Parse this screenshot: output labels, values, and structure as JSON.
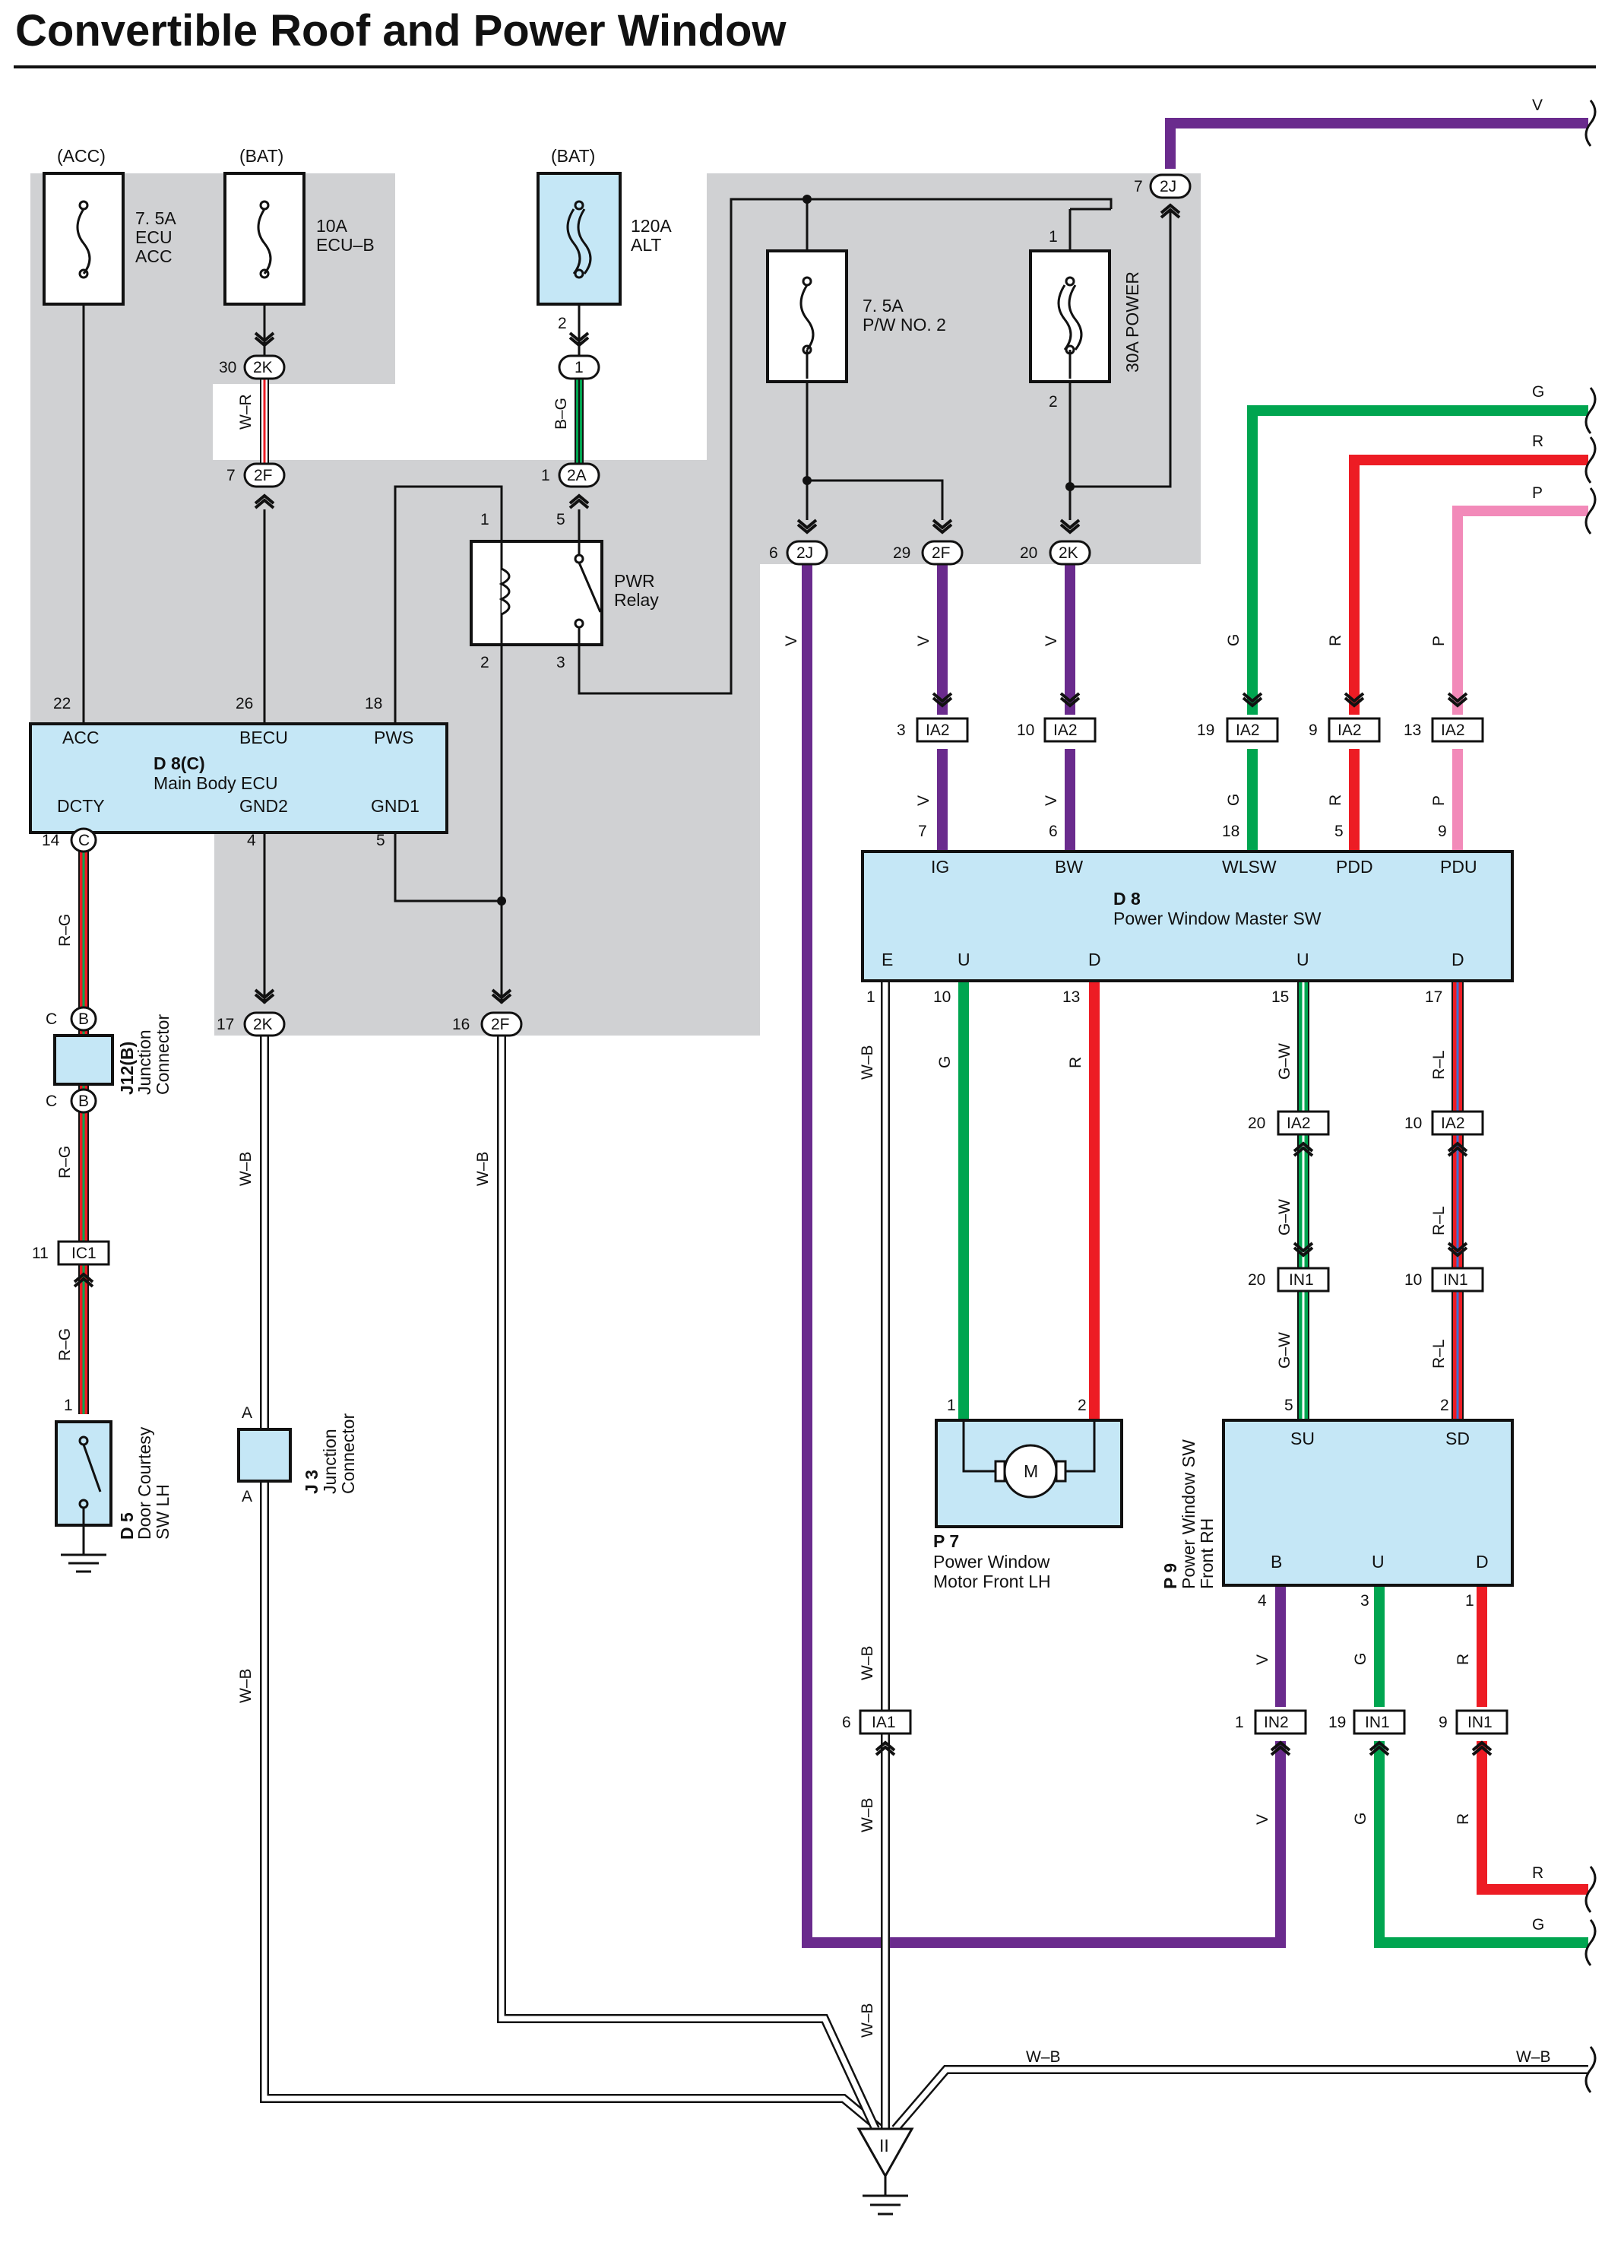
{
  "title": "Convertible Roof and Power Window",
  "colors": {
    "shade": "#d0d1d3",
    "ecu_fill": "#c5e7f6",
    "violet": "#6a2b8d",
    "green": "#00a550",
    "red": "#ed1c24",
    "pink": "#f28ab9",
    "white": "#ffffff",
    "blue": "#3b6fd4",
    "black": "#111111"
  },
  "power_sources": {
    "acc": "(ACC)",
    "bat1": "(BAT)",
    "bat2": "(BAT)"
  },
  "fuses": {
    "ecu_acc": {
      "amp": "7. 5A",
      "l1": "ECU",
      "l2": "ACC"
    },
    "ecu_b": {
      "amp": "10A",
      "l1": "ECU–B"
    },
    "alt": {
      "amp": "120A",
      "l1": "ALT"
    },
    "pw2": {
      "amp": "7. 5A",
      "l1": "P/W NO. 2"
    },
    "power": {
      "label": "30A POWER"
    }
  },
  "relay": {
    "l1": "PWR",
    "l2": "Relay",
    "pins": [
      "1",
      "5",
      "2",
      "3"
    ]
  },
  "main_ecu": {
    "code": "D 8(C)",
    "name": "Main Body ECU",
    "top_pins": [
      {
        "n": "22",
        "t": "ACC"
      },
      {
        "n": "26",
        "t": "BECU"
      },
      {
        "n": "18",
        "t": "PWS"
      }
    ],
    "bottom_pins": [
      {
        "n": "14",
        "t": "DCTY"
      },
      {
        "n": "4",
        "t": "GND2"
      },
      {
        "n": "5",
        "t": "GND1"
      }
    ]
  },
  "master_sw": {
    "code": "D 8",
    "name": "Power Window Master SW",
    "top_pins": [
      {
        "n": "7",
        "t": "IG"
      },
      {
        "n": "6",
        "t": "BW"
      },
      {
        "n": "18",
        "t": "WLSW"
      },
      {
        "n": "5",
        "t": "PDD"
      },
      {
        "n": "9",
        "t": "PDU"
      }
    ],
    "bottom_pins": [
      {
        "n": "1",
        "t": "E"
      },
      {
        "n": "10",
        "t": "U"
      },
      {
        "n": "13",
        "t": "D"
      },
      {
        "n": "15",
        "t": "U"
      },
      {
        "n": "17",
        "t": "D"
      }
    ]
  },
  "front_rh": {
    "code": "P 9",
    "l1": "Power Window SW",
    "l2": "Front RH",
    "top_pins": [
      {
        "n": "5",
        "t": "SU"
      },
      {
        "n": "2",
        "t": "SD"
      }
    ],
    "bottom_pins": [
      {
        "n": "4",
        "t": "B"
      },
      {
        "n": "3",
        "t": "U"
      },
      {
        "n": "1",
        "t": "D"
      }
    ]
  },
  "motor": {
    "code": "P 7",
    "l1": "Power Window",
    "l2": "Motor Front LH",
    "symbol": "M",
    "pins": [
      "1",
      "2"
    ]
  },
  "door_sw": {
    "code": "D 5",
    "l1": "Door Courtesy",
    "l2": "SW LH",
    "pin": "1"
  },
  "j12": {
    "code": "J12(B)",
    "l1": "Junction",
    "l2": "Connector",
    "pin": "C",
    "cid": "B"
  },
  "j3": {
    "code": "J 3",
    "l1": "Junction",
    "l2": "Connector",
    "pin": "A"
  },
  "ground": {
    "symbol": "II"
  },
  "connectors": {
    "c2k_30": {
      "pin": "30",
      "id": "2K"
    },
    "c2f_7": {
      "pin": "7",
      "id": "2F"
    },
    "c1_2": {
      "pin": "2",
      "id": "1"
    },
    "c2a_1": {
      "pin": "1",
      "id": "2A"
    },
    "c2j_7": {
      "pin": "7",
      "id": "2J"
    },
    "c2j_6": {
      "pin": "6",
      "id": "2J"
    },
    "c2f_29": {
      "pin": "29",
      "id": "2F"
    },
    "c2k_20": {
      "pin": "20",
      "id": "2K"
    },
    "c2k_17": {
      "pin": "17",
      "id": "2K"
    },
    "c2f_16": {
      "pin": "16",
      "id": "2F"
    },
    "ecu_c_14": {
      "pin": "14",
      "id": "C"
    },
    "ia2_3": {
      "pin": "3",
      "id": "IA2"
    },
    "ia2_10": {
      "pin": "10",
      "id": "IA2"
    },
    "ia2_19": {
      "pin": "19",
      "id": "IA2"
    },
    "ia2_9": {
      "pin": "9",
      "id": "IA2"
    },
    "ia2_13": {
      "pin": "13",
      "id": "IA2"
    },
    "ia2_20": {
      "pin": "20",
      "id": "IA2"
    },
    "ia2_10b": {
      "pin": "10",
      "id": "IA2"
    },
    "in1_20": {
      "pin": "20",
      "id": "IN1"
    },
    "in1_10": {
      "pin": "10",
      "id": "IN1"
    },
    "ic1_11": {
      "pin": "11",
      "id": "IC1"
    },
    "ia1_6": {
      "pin": "6",
      "id": "IA1"
    },
    "in2_1": {
      "pin": "1",
      "id": "IN2"
    },
    "in1_19": {
      "pin": "19",
      "id": "IN1"
    },
    "in1_9": {
      "pin": "9",
      "id": "IN1"
    }
  },
  "fuse_pins": {
    "power_top": "1",
    "power_bot": "2"
  },
  "wires": {
    "wr": "W–R",
    "bg": "B–G",
    "rg": "R–G",
    "wb": "W–B",
    "v": "V",
    "g": "G",
    "r": "R",
    "p": "P",
    "gw": "G–W",
    "rl": "R–L"
  }
}
